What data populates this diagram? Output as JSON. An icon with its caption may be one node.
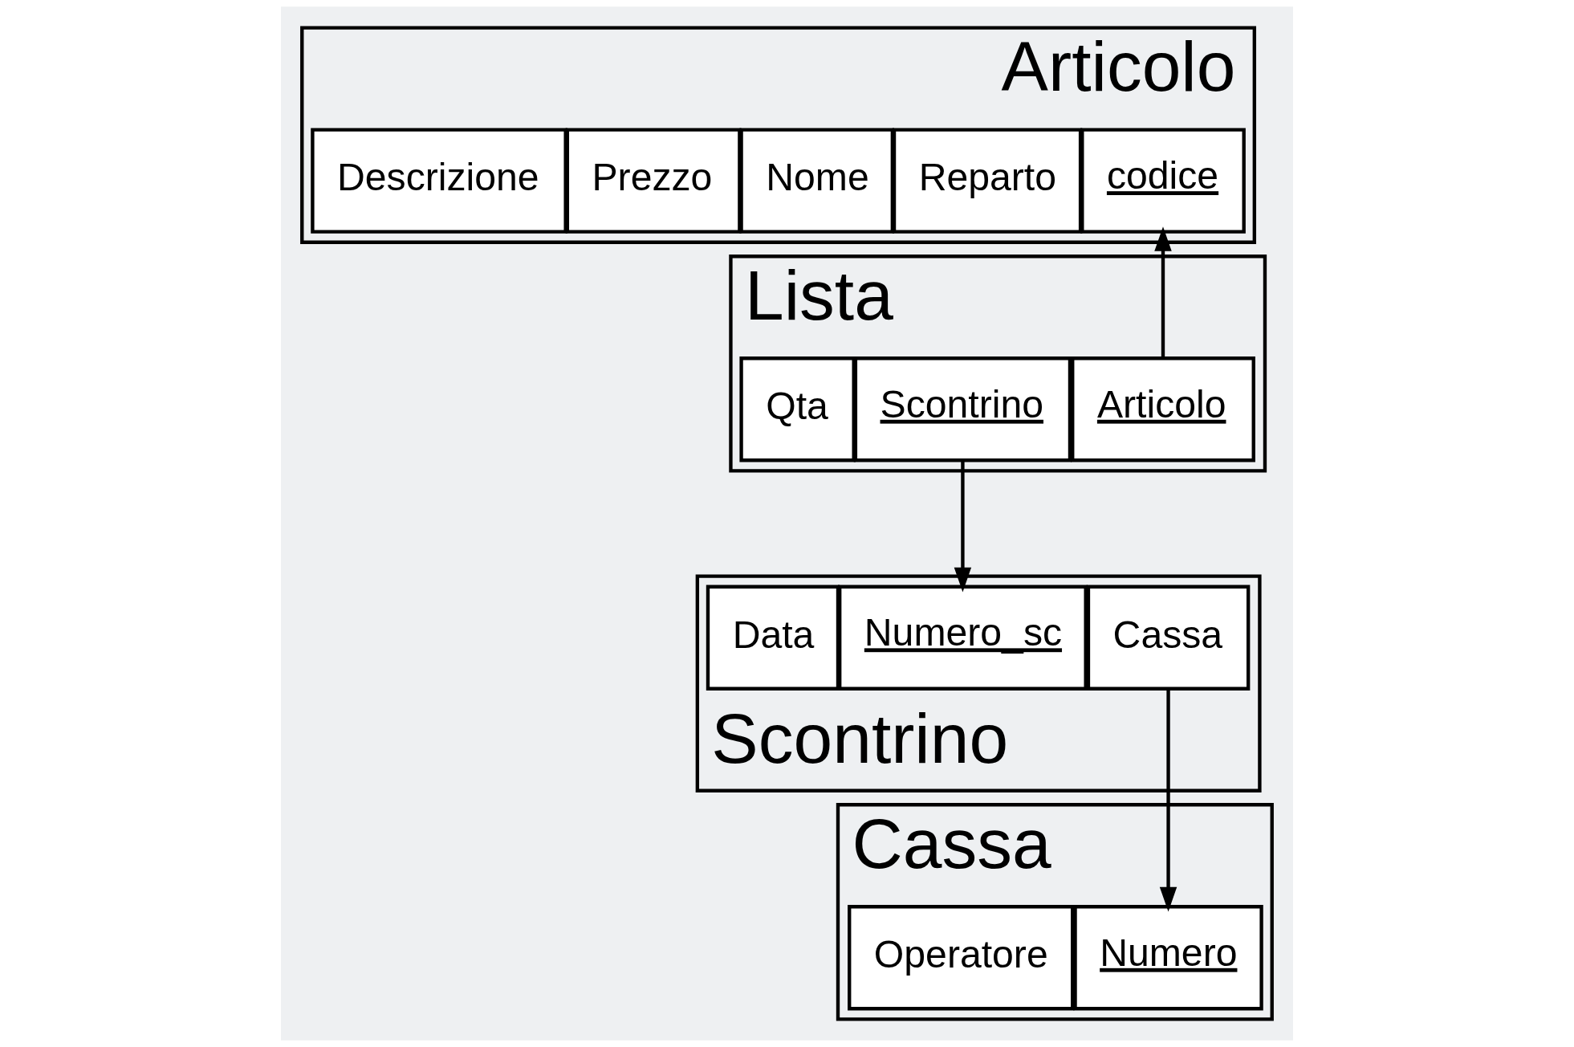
{
  "diagram": {
    "nodes": [
      {
        "text": [
          "Articolo"
        ]
      },
      {
        "text": [
          "Descrizione"
        ],
        "in": 0
      },
      {
        "text": [
          "Prezzo"
        ],
        "in": 0
      },
      {
        "text": [
          "Nome"
        ],
        "in": 0
      },
      {
        "text": [
          "Reparto"
        ],
        "in": 0
      },
      {
        "text": [
          "codice"
        ],
        "in": 0
      },
      {
        "text": [
          "Lista"
        ]
      },
      {
        "text": [
          "Qta"
        ],
        "in": 6
      },
      {
        "text": [
          "Scontrino"
        ],
        "in": 6
      },
      {
        "text": [
          "Articolo"
        ],
        "in": 6
      },
      {
        "text": [
          "Scontrino"
        ]
      },
      {
        "text": [
          "Data"
        ],
        "in": 10
      },
      {
        "text": [
          "Numero_sc"
        ],
        "in": 10
      },
      {
        "text": [
          "Cassa"
        ],
        "in": 10
      },
      {
        "text": [
          "Cassa"
        ]
      },
      {
        "text": [
          "Operatore"
        ],
        "in": 14
      },
      {
        "text": [
          "Numero"
        ],
        "in": 14
      }
    ],
    "edges": [
      {
        "from": 9,
        "to": 5,
        "arrow": "to"
      },
      {
        "from": 8,
        "to": 12,
        "arrow": "to"
      },
      {
        "from": 13,
        "to": 16,
        "arrow": "to"
      }
    ]
  }
}
